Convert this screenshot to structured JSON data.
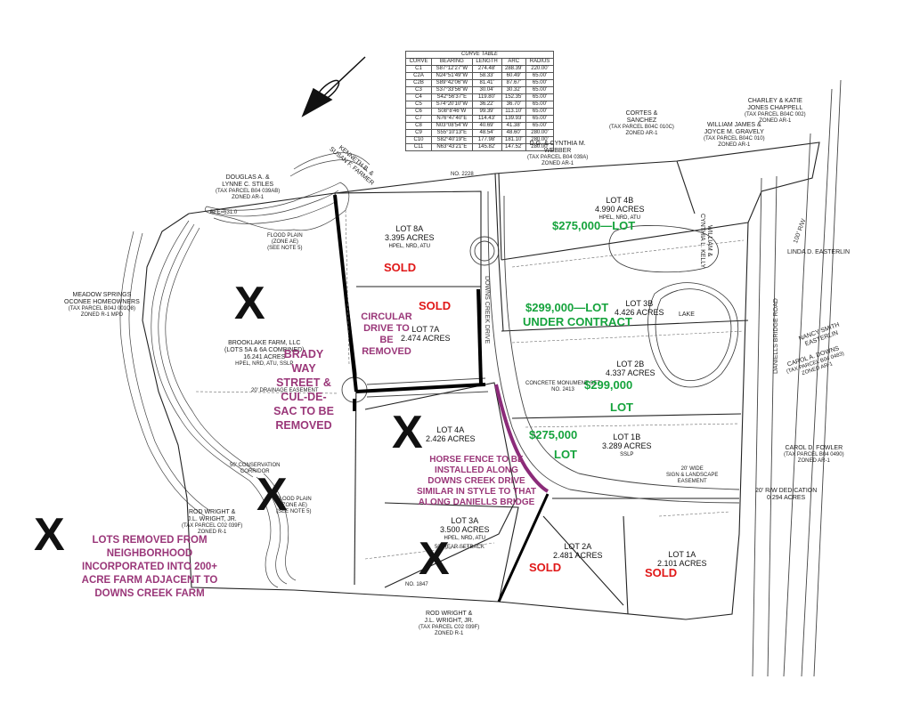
{
  "curve_table": {
    "title": "CURVE TABLE",
    "headers": [
      "CURVE",
      "BEARING",
      "LENGTH",
      "ARC",
      "RADIUS"
    ],
    "rows": [
      [
        "C1",
        "S87°12'27\"W",
        "274.48'",
        "288.39'",
        "220.00'"
      ],
      [
        "C2A",
        "N24°51'49\"W",
        "58.33'",
        "60.49'",
        "65.00'"
      ],
      [
        "C2B",
        "S89°42'06\"W",
        "81.41'",
        "87.67'",
        "65.00'"
      ],
      [
        "C3",
        "S37°33'56\"W",
        "30.04'",
        "30.32'",
        "65.00'"
      ],
      [
        "C4",
        "S42°56'37\"E",
        "119.80'",
        "152.35'",
        "65.00'"
      ],
      [
        "C5",
        "S74°20'10\"W",
        "36.22'",
        "36.70'",
        "65.00'"
      ],
      [
        "C6",
        "S08°8'46\"W",
        "99.39'",
        "113.10'",
        "65.00'"
      ],
      [
        "C7",
        "N76°47'40\"E",
        "114.43'",
        "139.93'",
        "65.00'"
      ],
      [
        "C8",
        "N03°08'54\"W",
        "40.69'",
        "41.38'",
        "65.00'"
      ],
      [
        "C9",
        "S55°10'13\"E",
        "48.54'",
        "48.60'",
        "280.00'"
      ],
      [
        "C10",
        "S82°40'19\"E",
        "177.98'",
        "181.10'",
        "280.00'"
      ],
      [
        "C11",
        "N63°43'21\"E",
        "145.82'",
        "147.52'",
        "280.00'"
      ]
    ]
  },
  "owners": {
    "douglas": [
      "DOUGLAS A. &",
      "LYNNE C. STILES",
      "(TAX PARCEL B04 039AB)",
      "ZONED AR-1"
    ],
    "kenneth": [
      "KENNETH B. &",
      "SUSAN F. FARMER"
    ],
    "dg_webber": [
      "D.G. & CYNTHIA M.",
      "WEBBER",
      "(TAX PARCEL B04 039A)",
      "ZONED AR-1"
    ],
    "cortes": [
      "CORTES &",
      "SANCHEZ",
      "(TAX PARCEL B04C 010C)",
      "ZONED AR-1"
    ],
    "william_joyce": [
      "WILLIAM JAMES &",
      "JOYCE M. GRAVELY",
      "(TAX PARCEL B04C 010)",
      "ZONED AR-1"
    ],
    "charley": [
      "CHARLEY & KATIE",
      "JONES CHAPPELL",
      "(TAX PARCEL B04C 002)",
      "ZONED AR-1"
    ],
    "meadow": [
      "MEADOW SPRINGS",
      "OCONEE HOMEOWNERS",
      "(TAX PARCEL B04J 001Q8)",
      "ZONED R-1 MPD"
    ],
    "brooklake": [
      "BROOKLAKE FARM, LLC",
      "(LOTS 5A & 6A COMBINED)",
      "16.241 ACRES",
      "HPEL, NRD, ATU, SSLP"
    ],
    "linda": [
      "LINDA D. EASTERLIN"
    ],
    "nancy": [
      "NANCY SMITH",
      "EASTERLIN"
    ],
    "carol_downs": [
      "CAROL A. DOWNS",
      "(TAX PARCEL B04 0483)",
      "ZONED AR-1"
    ],
    "carol_fowler": [
      "CAROL D. FOWLER",
      "(TAX PARCEL B04 0490)",
      "ZONED AR-1"
    ],
    "rod_left": [
      "ROD WRIGHT &",
      "J.L. WRIGHT, JR.",
      "(TAX PARCEL C02 039F)",
      "ZONED R-1"
    ],
    "rod_bottom": [
      "ROD WRIGHT &",
      "J.L. WRIGHT, JR.",
      "(TAX PARCEL C02 039F)",
      "ZONED R-1"
    ],
    "william_cynthia": [
      "WILLIAM &",
      "CYNTHIA L. KELLY"
    ]
  },
  "lots": {
    "lot8a": [
      "LOT 8A",
      "3.395 ACRES",
      "HPEL, NRD, ATU"
    ],
    "lot7a": [
      "LOT 7A",
      "2.474 ACRES"
    ],
    "lot4a": [
      "LOT 4A",
      "2.426 ACRES"
    ],
    "lot3a": [
      "LOT 3A",
      "3.500 ACRES",
      "HPEL, NRD, ATU"
    ],
    "lot2a": [
      "LOT 2A",
      "2.481 ACRES"
    ],
    "lot1a": [
      "LOT 1A",
      "2.101 ACRES"
    ],
    "lot4b": [
      "LOT 4B",
      "4.990 ACRES",
      "HPEL, NRD, ATU"
    ],
    "lot3b": [
      "LOT 3B",
      "4.426 ACRES"
    ],
    "lot2b": [
      "LOT 2B",
      "4.337 ACRES"
    ],
    "lot1b": [
      "LOT 1B",
      "3.289 ACRES",
      "SSLP"
    ]
  },
  "status": {
    "sold_8a": "SOLD",
    "sold_7a": "SOLD",
    "sold_2a": "SOLD",
    "sold_1a": "SOLD",
    "price_4b": "$275,000—LOT",
    "price_3b_line1": "$299,000—LOT",
    "price_3b_line2": "UNDER CONTRACT",
    "price_2b_line1": "$299,000",
    "price_2b_line2": "LOT",
    "price_1b_line1": "$275,000",
    "price_1b_line2": "LOT"
  },
  "notes": {
    "circular": [
      "CIRCULAR",
      "DRIVE TO",
      "BE",
      "REMOVED"
    ],
    "brady": [
      "BRADY",
      "WAY",
      "STREET &",
      "CUL-DE-",
      "SAC TO BE",
      "REMOVED"
    ],
    "horse": [
      "HORSE FENCE TO BE",
      "INSTALLED ALONG",
      "DOWNS CREEK DRIVE",
      "SIMILAR IN STYLE TO THAT",
      "ALONG DANIELLS BRIDGE"
    ],
    "legend": [
      "LOTS REMOVED FROM",
      "NEIGHBORHOOD",
      "INCORPORATED INTO 200+",
      "ACRE FARM ADJACENT TO",
      "DOWNS CREEK FARM"
    ]
  },
  "marks": {
    "x": "X"
  },
  "plat_text": {
    "flood_plain": [
      "FLOOD PLAIN",
      "(ZONE AE)",
      "(SEE NOTE 5)"
    ],
    "drainage_easement": "20' DRAINAGE EASEMENT",
    "conservation": [
      "50' CONSERVATION",
      "CORRIDOR"
    ],
    "dead_end": "20' R/W DEDICATION",
    "dedication_acres": "0.294 ACRES",
    "road_right": "DANIELLS BRIDGE ROAD",
    "road_mid": "DOWNS CREEK DRIVE",
    "road_row": "100' R/W",
    "bfe": "BFE=631.0",
    "lake": "LAKE",
    "monument": [
      "CONCRETE MONUMENT SET",
      "NO. 2413"
    ],
    "fence_easement": [
      "20' WIDE",
      "SIGN & LANDSCAPE",
      "EASEMENT"
    ],
    "sewer_setback": "50' REAR SETBACK",
    "no_2228": "NO. 2228",
    "no_1847": "NO. 1847",
    "flood_plain_2": [
      "FLOOD PLAIN",
      "(ZONE AE)",
      "(SEE NOTE 5)"
    ]
  },
  "colors": {
    "sold": "#e01818",
    "price": "#15a33c",
    "note": "#9a3779",
    "fence": "#8b2b79",
    "boundary": "#111111"
  }
}
